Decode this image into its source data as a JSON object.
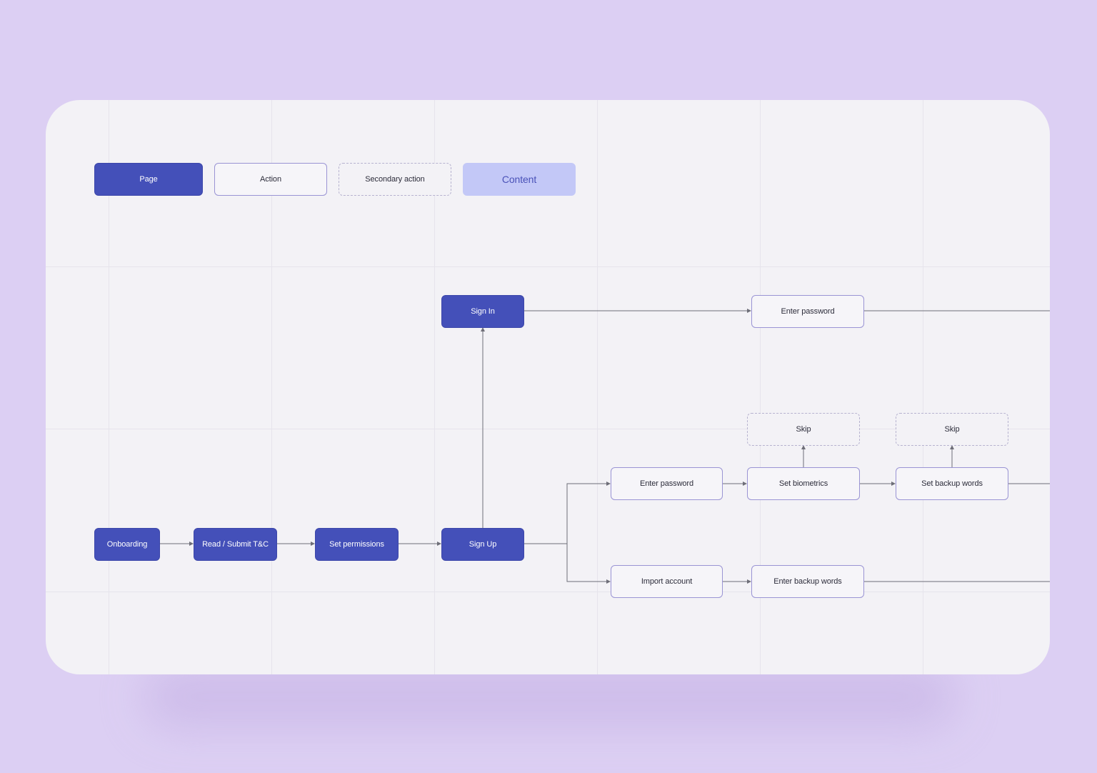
{
  "legend": {
    "page": "Page",
    "action": "Action",
    "secondary_action": "Secondary action",
    "content": "Content"
  },
  "nodes": {
    "onboarding": "Onboarding",
    "read_submit_tc": "Read / Submit T&C",
    "set_permissions": "Set permissions",
    "sign_up": "Sign Up",
    "sign_in": "Sign In",
    "enter_password_signin": "Enter password",
    "enter_password_signup": "Enter password",
    "skip_biometrics": "Skip",
    "skip_backup": "Skip",
    "set_biometrics": "Set biometrics",
    "set_backup_words": "Set backup words",
    "import_account": "Import account",
    "enter_backup_words": "Enter backup words"
  },
  "colors": {
    "background": "#dccff3",
    "canvas": "#f3f2f6",
    "page_fill": "#4450b9",
    "action_border": "#9a94d4",
    "content_fill": "#c3c8f7",
    "edge": "#6e6e78"
  }
}
